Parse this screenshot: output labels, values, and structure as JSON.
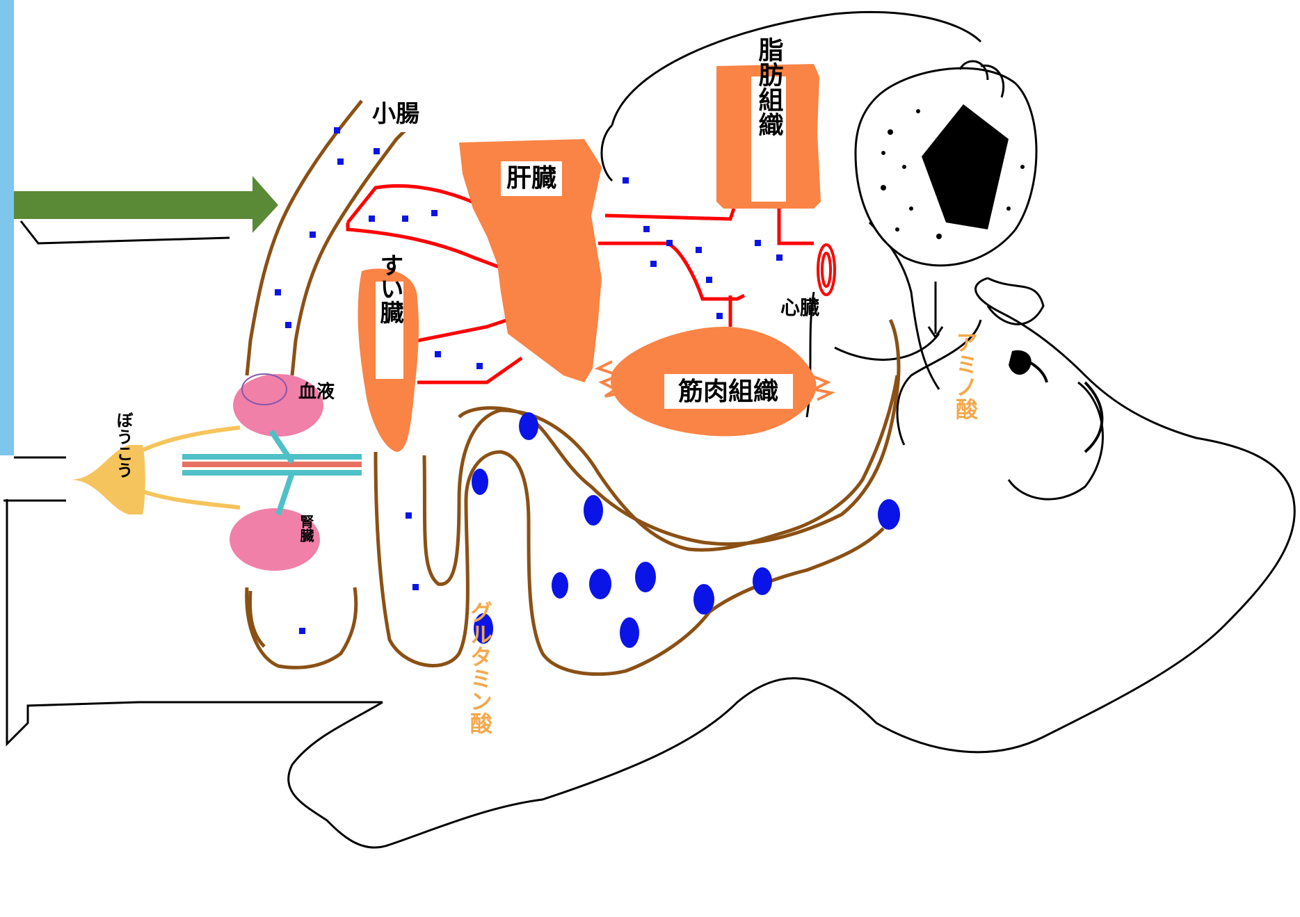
{
  "labels": {
    "small_intestine": "小腸",
    "liver": "肝臓",
    "fat_tissue": "脂肪組織",
    "pancreas": "すい臓",
    "muscle_tissue": "筋肉組織",
    "heart": "心臓",
    "blood": "血液",
    "kidney": "腎臓",
    "bladder": "ぼうこう",
    "amino_acid_1": "アミノ酸",
    "amino_acid_2": "グルタミン酸"
  },
  "colors": {
    "organ": "#f98445",
    "intestine_wall": "#8b5014",
    "blood_vessel": "#ff0000",
    "amino_acid": "#0a14e6",
    "arrow": "#5b8a36",
    "side_bar": "#7ec6ec",
    "kidney": "#f080a8",
    "bladder": "#f6c45c",
    "amino_text": "#f4a84a"
  },
  "icons": {
    "arrow": "right-arrow-icon",
    "food": "rice-ball-icon"
  }
}
